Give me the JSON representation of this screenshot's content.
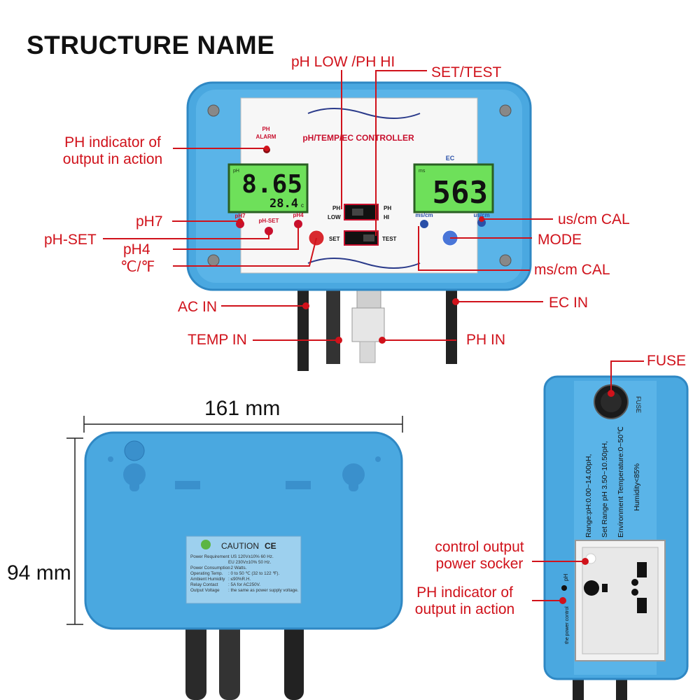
{
  "title": "STRUCTURE NAME",
  "device": {
    "brand": "pH/TEMP/EC CONTROLLER",
    "alarm_label_1": "PH",
    "alarm_label_2": "ALARM",
    "ph_display": {
      "tag": "pH",
      "main": "8.65",
      "sub": "28.4",
      "unit": "c"
    },
    "ec_display": {
      "header": "EC",
      "tag": "ms",
      "main": "563"
    },
    "buttons": {
      "ph7": "pH7",
      "phset": "pH-SET",
      "ph4": "pH4",
      "mscm": "ms/cm",
      "uscm": "us/cm"
    },
    "switch1": {
      "left_top": "PH",
      "left_bottom": "LOW",
      "right_top": "PH",
      "right_bottom": "HI"
    },
    "switch2": {
      "left": "SET",
      "right": "TEST"
    }
  },
  "labels": {
    "ph_low_hi": "pH LOW /PH HI",
    "set_test": "SET/TEST",
    "ph_indicator_1": "PH indicator of",
    "ph_indicator_2": "output in action",
    "ph7": "pH7",
    "ph_set": "pH-SET",
    "ph4": "pH4",
    "temp_unit": "℃/℉",
    "us_cal": "us/cm CAL",
    "mode": "MODE",
    "ms_cal": "ms/cm CAL",
    "ac_in": "AC IN",
    "ec_in": "EC IN",
    "temp_in": "TEMP IN",
    "ph_in": "PH IN",
    "fuse": "FUSE",
    "control_output_1": "control output",
    "control_output_2": "power socker",
    "ph_indicator2_1": "PH indicator of",
    "ph_indicator2_2": "output in action"
  },
  "dimensions": {
    "width": "161 mm",
    "height": "94 mm"
  },
  "caution": {
    "heading": "CAUTION",
    "marks": "CE",
    "rows": [
      {
        "k": "Power Requirement",
        "v": ": US 120V±10% 60 Hz."
      },
      {
        "k": "",
        "v": "  EU 230V±10% 50 Hz."
      },
      {
        "k": "Power Consumption",
        "v": ": 2 Watts."
      },
      {
        "k": "Operating Temp.",
        "v": ": 0 to 50 ℃ (32 to 122 ℉)."
      },
      {
        "k": "Ambient Humidity",
        "v": ": ≤90%R.H."
      },
      {
        "k": "Relay Contact",
        "v": ": 5A for AC250V."
      },
      {
        "k": "Output Voltage",
        "v": ": the same as power supply voltage."
      }
    ]
  },
  "socket_unit": {
    "fuse_label": "FUSE",
    "spec_1": "Range:pH:0.00~14.00pH,",
    "spec_2": "Set  Range pH 3.50~10.50pH,",
    "spec_3": "Environment  Temperature:0~50℃",
    "spec_4": "Humidity<85%",
    "side_text": "the power control",
    "ph_led_label": "pH"
  },
  "colors": {
    "red": "#d0121b",
    "blue": "#4aa8e0",
    "lcd": "#6ee05a"
  }
}
